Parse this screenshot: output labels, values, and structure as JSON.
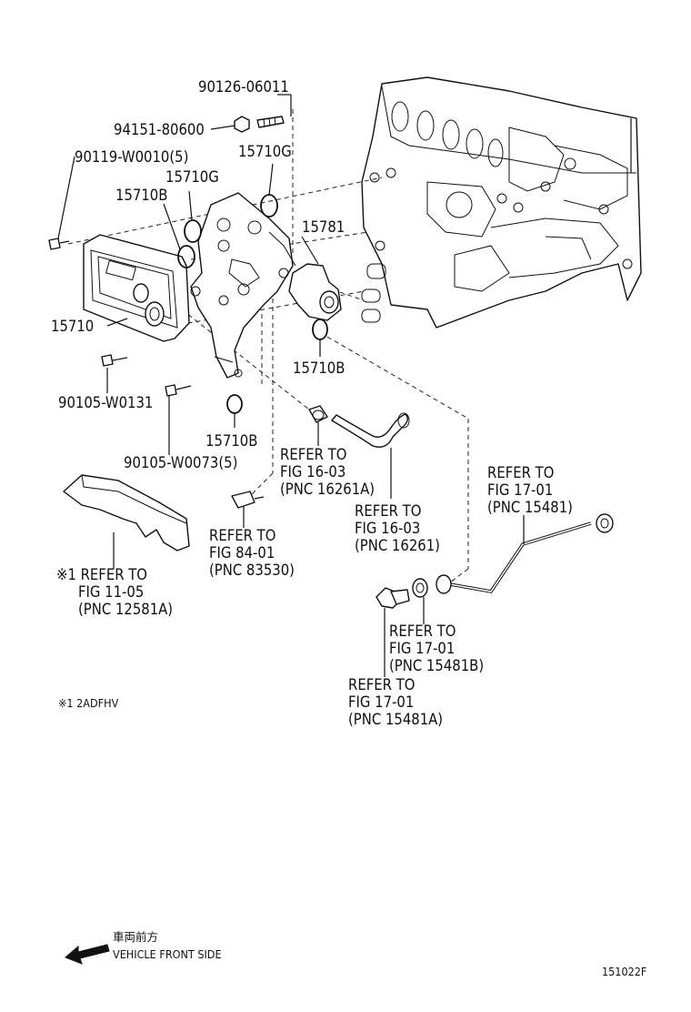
{
  "labels": {
    "l_90126": "90126-06011",
    "l_94151": "94151-80600",
    "l_90119": "90119-W0010(5)",
    "l_15710g_a": "15710G",
    "l_15710g_b": "15710G",
    "l_15710b_a": "15710B",
    "l_15781": "15781",
    "l_15710": "15710",
    "l_15710b_b": "15710B",
    "l_90105_a": "90105-W0131",
    "l_15710b_c": "15710B",
    "l_90105_b": "90105-W0073(5)"
  },
  "refs": {
    "r1": [
      "REFER TO",
      "FIG 16-03",
      "(PNC 16261A)"
    ],
    "r2": [
      "REFER TO",
      "FIG 16-03",
      "(PNC 16261)"
    ],
    "r3": [
      "REFER TO",
      "FIG 17-01",
      "(PNC 15481)"
    ],
    "r4": [
      "REFER TO",
      "FIG 84-01",
      "(PNC 83530)"
    ],
    "r5": [
      "※1 REFER TO",
      "FIG 11-05",
      "(PNC 12581A)"
    ],
    "r6": [
      "REFER TO",
      "FIG 17-01",
      "(PNC 15481B)"
    ],
    "r7": [
      "REFER TO",
      "FIG 17-01",
      "(PNC 15481A)"
    ]
  },
  "footnote": "※1  2ADFHV",
  "direction": {
    "jp": "車両前方",
    "en": "VEHICLE FRONT SIDE",
    "icon": "arrow-left-icon"
  },
  "figure_id": "151022F"
}
